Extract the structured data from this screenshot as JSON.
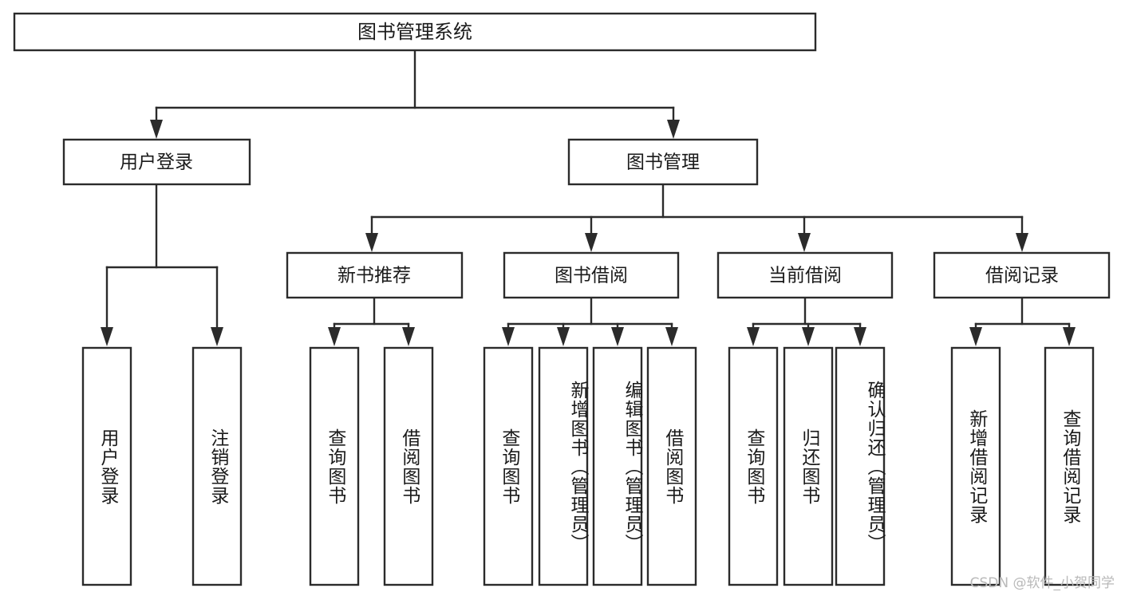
{
  "diagram": {
    "type": "tree",
    "title": "图书管理系统",
    "watermark": "CSDN @软件_小贺同学",
    "root": {
      "label": "图书管理系统"
    },
    "level2": [
      {
        "label": "用户登录"
      },
      {
        "label": "图书管理"
      }
    ],
    "level3": [
      {
        "label": "新书推荐"
      },
      {
        "label": "图书借阅"
      },
      {
        "label": "当前借阅"
      },
      {
        "label": "借阅记录"
      }
    ],
    "leaves": {
      "user_login": [
        {
          "label": "用户登录"
        },
        {
          "label": "注销登录"
        }
      ],
      "new_book": [
        {
          "label": "查询图书"
        },
        {
          "label": "借阅图书"
        }
      ],
      "book_borrow": [
        {
          "label": "查询图书"
        },
        {
          "label": "新增图书（管理员）"
        },
        {
          "label": "编辑图书（管理员）"
        },
        {
          "label": "借阅图书"
        }
      ],
      "current_borrow": [
        {
          "label": "查询图书"
        },
        {
          "label": "归还图书"
        },
        {
          "label": "确认归还（管理员）"
        }
      ],
      "borrow_record": [
        {
          "label": "新增借阅记录"
        },
        {
          "label": "查询借阅记录"
        }
      ]
    },
    "colors": {
      "stroke": "#2b2b2b",
      "fill": "#ffffff",
      "text": "#1a1a1a",
      "watermark": "#b9b9b9"
    }
  }
}
